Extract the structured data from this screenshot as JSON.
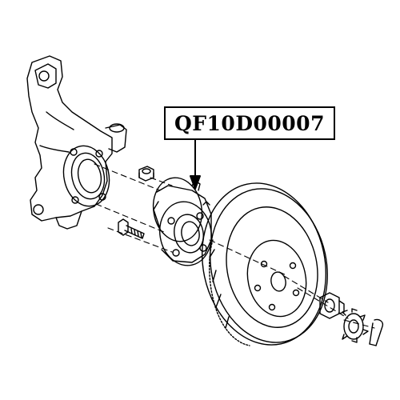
{
  "part_label": {
    "text": "QF10D00007"
  },
  "colors": {
    "line": "#000000",
    "background": "#ffffff"
  },
  "parts": [
    {
      "name": "steering-knuckle",
      "icon": "knuckle-icon"
    },
    {
      "name": "knuckle-nut",
      "icon": "nut-icon"
    },
    {
      "name": "hub-bolt",
      "icon": "bolt-icon"
    },
    {
      "name": "wheel-hub-bearing",
      "icon": "hub-icon"
    },
    {
      "name": "brake-disc",
      "icon": "disc-icon"
    },
    {
      "name": "axle-nut",
      "icon": "nut-icon"
    },
    {
      "name": "lock-cap",
      "icon": "castle-cap-icon"
    },
    {
      "name": "cotter-pin",
      "icon": "pin-icon"
    }
  ]
}
